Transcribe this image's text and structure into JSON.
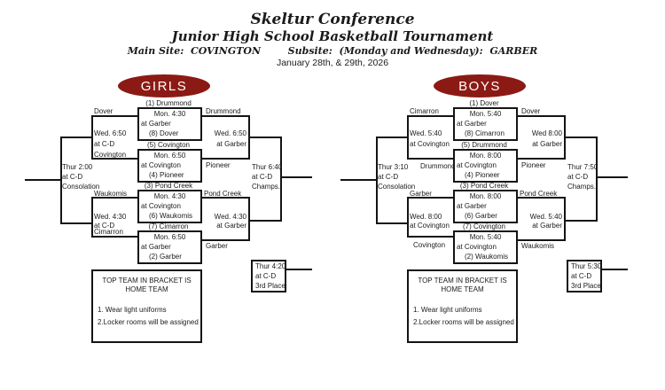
{
  "header": {
    "title": "Skeltur Conference",
    "subtitle": "Junior High School Basketball Tournament",
    "site_line": "Main Site:  COVINGTON        Subsite:  (Monday and Wednesday):  GARBER",
    "date_line": "January 28th, & 29th, 2026"
  },
  "colors": {
    "banner_red": "#8b1a15",
    "banner_text": "#ffffff",
    "line_black": "#141414",
    "background": "#ffffff"
  },
  "note": {
    "line1": "TOP TEAM IN BRACKET IS",
    "line2": "HOME TEAM",
    "line3": "1. Wear light uniforms",
    "line4": "2.Locker rooms will be assigned"
  },
  "brackets": [
    {
      "label": "GIRLS",
      "games": [
        {
          "top_seed": "(1) Drummond",
          "time": "Mon. 4:30",
          "site": "at Garber",
          "bottom_seed": "(8) Dover",
          "winner": "Drummond",
          "loser": "Dover"
        },
        {
          "top_seed": "(5) Covington",
          "time": "Mon. 6:50",
          "site": "at Covington",
          "bottom_seed": "(4) Pioneer",
          "winner": "Pioneer",
          "loser": "Covington"
        },
        {
          "top_seed": "(3) Pond Creek",
          "time": "Mon. 4:30",
          "site": "at Covington",
          "bottom_seed": "(6) Waukomis",
          "winner": "Pond Creek",
          "loser": "Waukomis"
        },
        {
          "top_seed": "(7) Cimarron",
          "time": "Mon. 6:50",
          "site": "at Garber",
          "bottom_seed": "(2) Garber",
          "winner": "Garber",
          "loser": "Cimarron"
        }
      ],
      "semis": {
        "left_top": {
          "time": "Wed. 6:50",
          "site": "at C-D"
        },
        "left_bottom": {
          "time": "Wed. 4:30",
          "site": "at C-D"
        },
        "right_top": {
          "time": "Wed. 6:50",
          "site": "at Garber"
        },
        "right_bottom": {
          "time": "Wed. 4:30",
          "site": "at Garber"
        }
      },
      "consolation": {
        "time": "Thur 2:00",
        "site": "at C-D",
        "label": "Consolation"
      },
      "championship": {
        "time": "Thur 6:40",
        "site": "at C-D",
        "label": "Champs."
      },
      "third_place": {
        "time": "Thur 4:20",
        "site": "at C-D",
        "label": "3rd Place"
      }
    },
    {
      "label": "BOYS",
      "games": [
        {
          "top_seed": "(1) Dover",
          "time": "Mon. 5:40",
          "site": "at Garber",
          "bottom_seed": "(8) Cimarron",
          "winner": "Dover",
          "loser": "Cimarron"
        },
        {
          "top_seed": "(5) Drummond",
          "time": "Mon. 8:00",
          "site": "at Covington",
          "bottom_seed": "(4) Pioneer",
          "winner": "Pioneer",
          "loser": "Drummond"
        },
        {
          "top_seed": "(3) Pond Creek",
          "time": "Mon. 8:00",
          "site": "at Garber",
          "bottom_seed": "(6) Garber",
          "winner": "Pond Creek",
          "loser": "Garber"
        },
        {
          "top_seed": "(7) Covington",
          "time": "Mon. 5:40",
          "site": "at Covington",
          "bottom_seed": "(2) Waukomis",
          "winner": "Waukomis",
          "loser": "Covington"
        }
      ],
      "semis": {
        "left_top": {
          "time": "Wed. 5:40",
          "site": "at Covington"
        },
        "left_bottom": {
          "time": "Wed. 8:00",
          "site": "at Covington"
        },
        "right_top": {
          "time": "Wed 8:00",
          "site": "at Garber"
        },
        "right_bottom": {
          "time": "Wed. 5:40",
          "site": "at Garber"
        }
      },
      "consolation": {
        "time": "Thur 3:10",
        "site": "at C-D",
        "label": "Consolation"
      },
      "championship": {
        "time": "Thur 7:50",
        "site": "at C-D",
        "label": "Champs."
      },
      "third_place": {
        "time": "Thur 5:30",
        "site": "at C-D",
        "label": "3rd Place"
      }
    }
  ]
}
